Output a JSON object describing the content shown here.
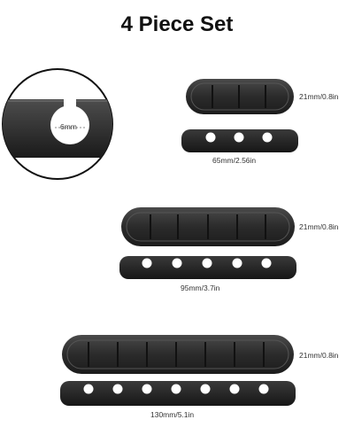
{
  "title": "4 Piece Set",
  "zoom": {
    "hole_label": "6mm"
  },
  "holders": [
    {
      "slots": 3,
      "height_label": "21mm/0.8in",
      "length_label": "65mm/2.56in"
    },
    {
      "slots": 5,
      "height_label": "21mm/0.8in",
      "length_label": "95mm/3.7in"
    },
    {
      "slots": 7,
      "height_label": "21mm/0.8in",
      "length_label": "130mm/5.1in"
    }
  ],
  "colors": {
    "product": "#2a2a2a",
    "background": "#ffffff"
  }
}
